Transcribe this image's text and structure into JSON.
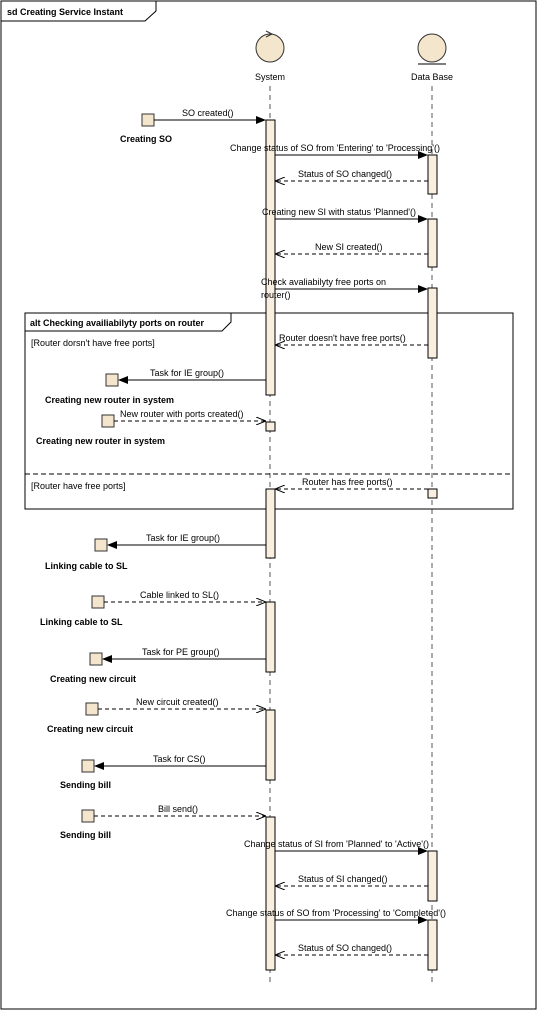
{
  "frame": {
    "title": "sd Creating Service Instant"
  },
  "lifelines": [
    {
      "name": "System",
      "icon": "control-icon"
    },
    {
      "name": "Data Base",
      "icon": "entity-icon"
    }
  ],
  "messages": [
    "SO created()",
    "Change status of SO from 'Entering' to 'Processing'()",
    "Status of SO changed()",
    "Creating new SI with status 'Planned'()",
    "New SI created()",
    "Check avaliabilyty free ports on",
    "router()",
    "Router doesn't have free ports()",
    "Task for IE group()",
    "New router with ports created()",
    "Router has free ports()",
    "Task for IE group()",
    "Cable linked to SL()",
    "Task for PE group()",
    "New circuit created()",
    "Task for CS()",
    "Bill send()",
    "Change status of SI from 'Planned' to 'Active'()",
    "Status of SI changed()",
    "Change status of SO from 'Processing' to 'Completed'()",
    "Status of SO changed()"
  ],
  "gates": [
    "Creating SO",
    "Creating new router in system",
    "Creating new router in system",
    "Linking cable to SL",
    "Linking cable to SL",
    "Creating new circuit",
    "Creating new circuit",
    "Sending bill",
    "Sending bill"
  ],
  "fragment": {
    "title": "alt Checking availiabilyty ports on router",
    "guards": [
      "[Router dorsn't have free ports]",
      "[Router have free ports]"
    ]
  },
  "colors": {
    "activation_fill": "#f8efe0",
    "frame_line": "#000000",
    "lifeline": "#555555"
  }
}
